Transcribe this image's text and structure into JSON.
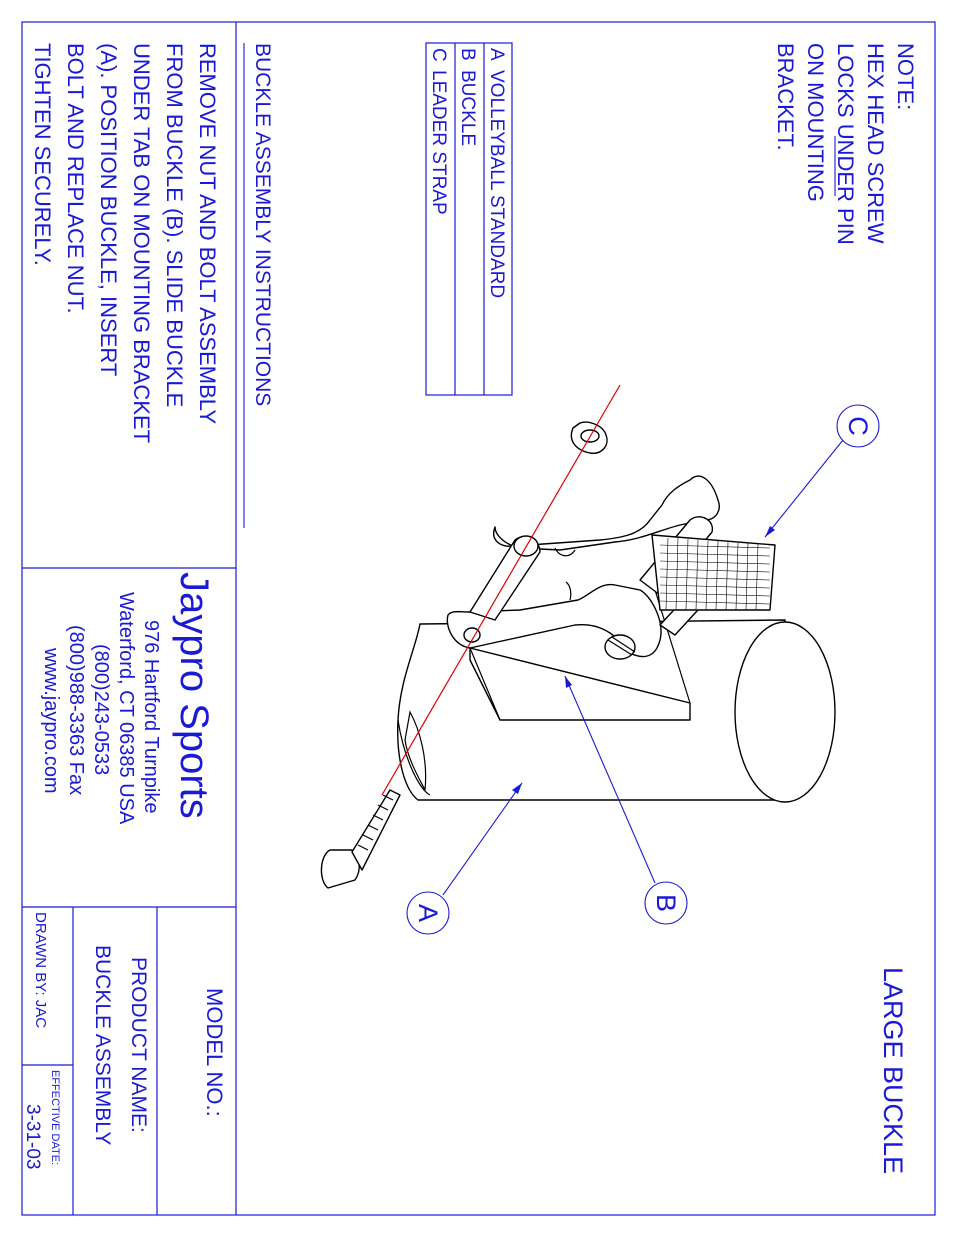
{
  "title": "LARGE BUCKLE",
  "note": {
    "heading": "NOTE:",
    "lines": [
      "HEX HEAD SCREW",
      "LOCKS UNDER PIN",
      "ON MOUNTING",
      "BRACKET."
    ]
  },
  "legend": [
    {
      "letter": "A",
      "label": "VOLLEYBALL STANDARD"
    },
    {
      "letter": "B",
      "label": "BUCKLE"
    },
    {
      "letter": "C",
      "label": "LEADER STRAP"
    }
  ],
  "instructions": {
    "heading": "BUCKLE ASSEMBLY INSTRUCTIONS",
    "lines": [
      "REMOVE NUT AND BOLT ASSEMBLY",
      "FROM BUCKLE (B).  SLIDE BUCKLE",
      "UNDER TAB ON MOUNTING BRACKET",
      "(A).  POSITION BUCKLE, INSERT",
      "BOLT AND REPLACE NUT.",
      "TIGHTEN SECURELY."
    ]
  },
  "company": {
    "name": "Jaypro Sports",
    "address": "976 Hartford Turnpike",
    "city": "Waterford, CT 06385 USA",
    "phone": "(800)243-0533",
    "fax": "(800)988-3363 Fax",
    "web": "www.jaypro.com"
  },
  "title_block": {
    "model_label": "MODEL NO.:",
    "product_label": "PRODUCT NAME:",
    "product_name": "BUCKLE ASSEMBLY",
    "drawn_by": "DRAWN BY: JAC",
    "effective_label": "EFFECTIVE DATE:",
    "effective_date": "3-31-03"
  },
  "callouts": {
    "a": "A",
    "b": "B",
    "c": "C"
  },
  "colors": {
    "ink": "#1a1ad6",
    "bolt_line": "#e00000"
  }
}
